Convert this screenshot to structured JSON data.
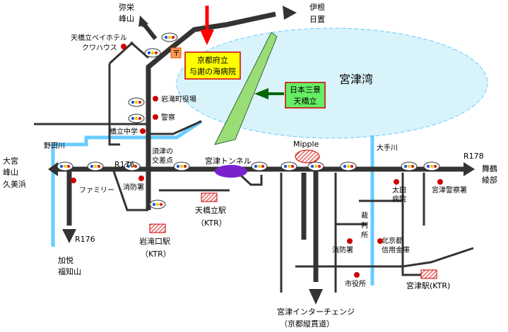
{
  "destinations": {
    "yasaka": [
      "弥栄",
      "峰山"
    ],
    "ine": [
      "伊根",
      "日置"
    ],
    "west": [
      "大宮",
      "峰山",
      "久美浜"
    ],
    "east": [
      "舞鶴",
      "綾部"
    ],
    "south_west": [
      "加悦",
      "福知山"
    ]
  },
  "routes": {
    "r176": "R176",
    "r176_south": "R176",
    "r178": "R178"
  },
  "water": {
    "bay": "宮津湾",
    "nodagawa": "野田川",
    "otegawa": "大手川"
  },
  "callouts": {
    "hospital": [
      "京都府立",
      "与謝の海病院"
    ],
    "amanohashidate": [
      "日本三景",
      "天橋立"
    ]
  },
  "landmarks": {
    "hotel": [
      "天橋立ベイホテル",
      "クワハウス"
    ],
    "iwataki_office": "岩滝町役場",
    "police": "警察",
    "kyoritsu_school": "橋立中学",
    "sujinokosaten": [
      "須津の",
      "交差点"
    ],
    "tunnel": "宮津トンネル",
    "mipple": "Mipple",
    "family": "ファミリー",
    "fire_west": "消防署",
    "ota_hospital": [
      "太田",
      "病院"
    ],
    "miyazu_police": "宮津警察署",
    "courthouse": [
      "裁",
      "判",
      "所"
    ],
    "fire_east": "消防署",
    "bank": [
      "北京都",
      "信用金庫"
    ],
    "city_hall": "市役所"
  },
  "stations": {
    "amanohashidate": [
      "天橋立駅",
      "（KTR）"
    ],
    "iwatakiguchi": [
      "岩滝口駅",
      "（KTR）"
    ],
    "miyazu": "宮津駅(KTR)"
  },
  "interchange": [
    "宮津インターチェンジ",
    "（京都縦貫道）"
  ],
  "colors": {
    "road": "#333333",
    "river": "#66ccff",
    "bay_fill": "#d9f3fb",
    "bay_stroke": "#66ccff",
    "spit": "#99dd77",
    "highlight": "#ff0000",
    "arrow_green": "#006600",
    "tunnel": "#7722cc",
    "callout_yellow": "#ffff00",
    "callout_green": "#66ee66",
    "poi": "#cc0000",
    "station_fill": "#ffeeee",
    "station_stroke": "#cc0000"
  }
}
